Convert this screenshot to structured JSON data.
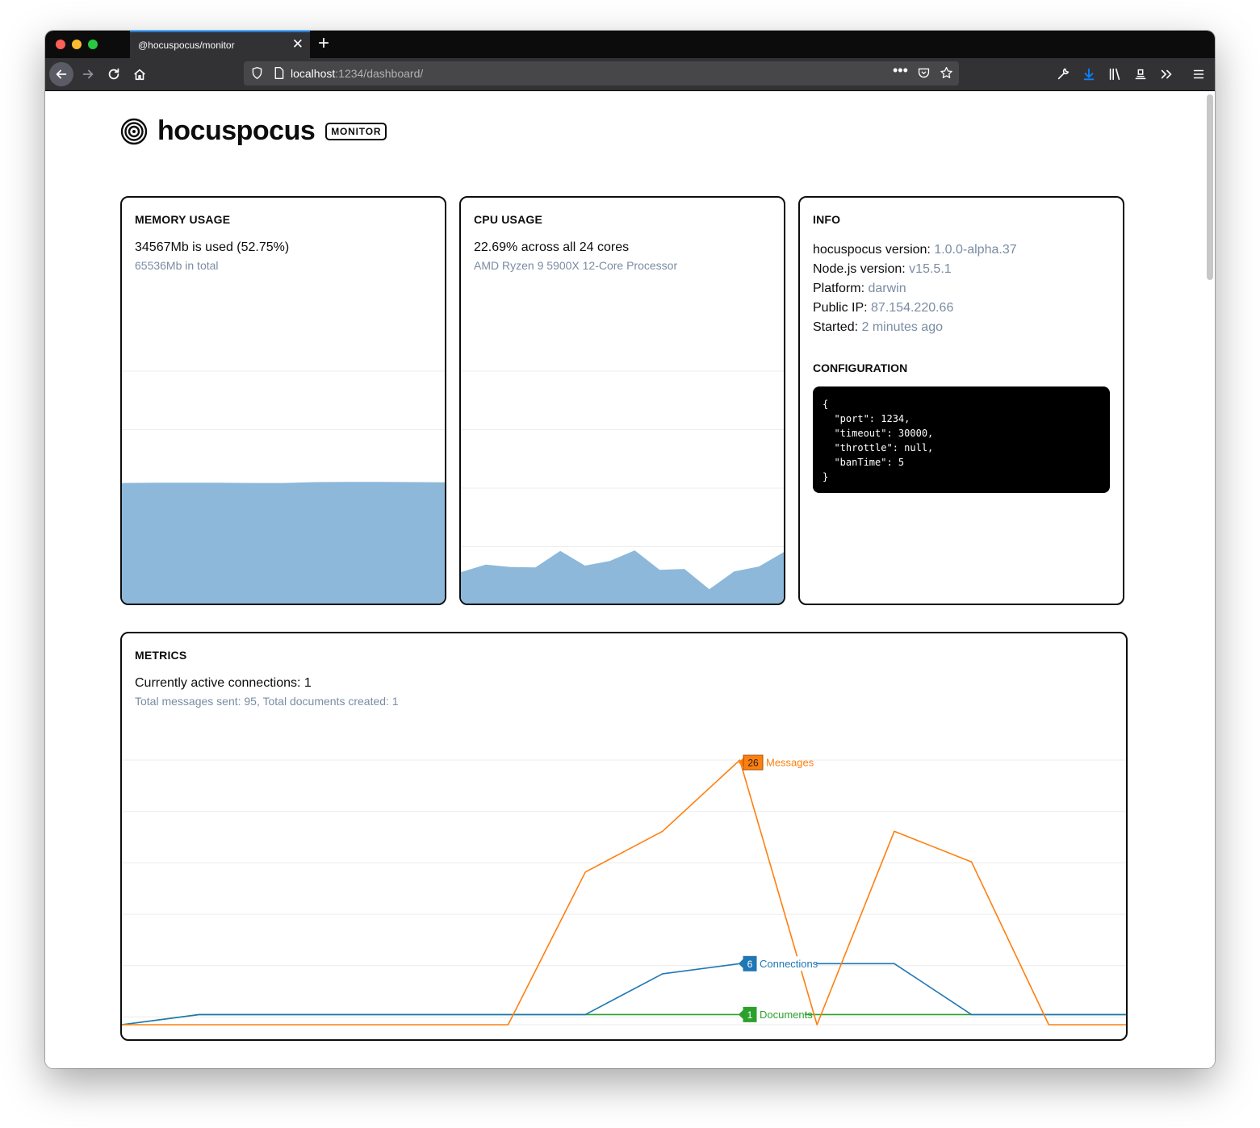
{
  "browser": {
    "tab_title": "@hocuspocus/monitor",
    "url_host": "localhost",
    "url_rest": ":1234/dashboard/"
  },
  "header": {
    "logo_text": "hocuspocus",
    "badge": "MONITOR",
    "logo_icon": "spiral-icon"
  },
  "memory": {
    "title": "MEMORY USAGE",
    "main": "34567Mb is used (52.75%)",
    "sub": "65536Mb in total"
  },
  "cpu": {
    "title": "CPU USAGE",
    "main": "22.69% across all 24 cores",
    "sub": "AMD Ryzen 9 5900X 12-Core Processor"
  },
  "info": {
    "title": "INFO",
    "rows": [
      {
        "label": "hocuspocus version: ",
        "value": "1.0.0-alpha.37"
      },
      {
        "label": "Node.js version: ",
        "value": "v15.5.1"
      },
      {
        "label": "Platform: ",
        "value": "darwin"
      },
      {
        "label": "Public IP: ",
        "value": "87.154.220.66"
      },
      {
        "label": "Started: ",
        "value": "2 minutes ago"
      }
    ],
    "config_title": "CONFIGURATION",
    "config_text": "{\n  \"port\": 1234,\n  \"timeout\": 30000,\n  \"throttle\": null,\n  \"banTime\": 5\n}"
  },
  "metrics": {
    "title": "METRICS",
    "main": "Currently active connections: 1",
    "sub": "Total messages sent: 95, Total documents created: 1"
  },
  "colors": {
    "area": "#8db8d9",
    "messages": "#ff7f0e",
    "connections": "#1f77b4",
    "documents": "#2ca02c",
    "muted": "#7a8ca3"
  },
  "chart_data": [
    {
      "type": "area",
      "name": "memory",
      "ylim": [
        0,
        100
      ],
      "values": [
        52.2,
        52.3,
        52.3,
        52.3,
        52.2,
        52.2,
        52.6,
        52.7,
        52.7,
        52.6,
        52.5
      ]
    },
    {
      "type": "area",
      "name": "cpu",
      "ylim": [
        0,
        100
      ],
      "values": [
        14.1,
        17.3,
        16.3,
        16.1,
        23.2,
        16.9,
        18.9,
        23.4,
        15.1,
        15.5,
        6.8,
        14.4,
        16.5,
        22.69
      ]
    },
    {
      "type": "line",
      "name": "metrics",
      "ylim": [
        0,
        26
      ],
      "series": [
        {
          "name": "Messages",
          "values": [
            0,
            0,
            0,
            0,
            0,
            0,
            15,
            19,
            26,
            0,
            19,
            16,
            0,
            0
          ],
          "last_label": "26"
        },
        {
          "name": "Connections",
          "values": [
            0,
            1,
            1,
            1,
            1,
            1,
            1,
            5,
            6,
            6,
            6,
            1,
            1,
            1
          ],
          "last_label": "6"
        },
        {
          "name": "Documents",
          "values": [
            0,
            1,
            1,
            1,
            1,
            1,
            1,
            1,
            1,
            1,
            1,
            1,
            1,
            1
          ],
          "last_label": "1"
        }
      ]
    }
  ]
}
